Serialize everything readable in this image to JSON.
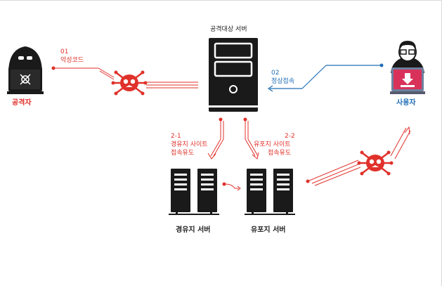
{
  "colors": {
    "attack": "#e0312a",
    "normal": "#1f6db5",
    "server": "#1a1a1a"
  },
  "nodes": {
    "attacker": {
      "label": "공격자",
      "icon": "hacker-icon"
    },
    "user": {
      "label": "사용자",
      "icon": "user-icon"
    },
    "target_server": {
      "label": "공격대상 서버",
      "icon": "server-tower-icon"
    },
    "stopover_server": {
      "label": "경유지 서버",
      "icon": "server-rack-icon"
    },
    "distribution_server": {
      "label": "유포지 서버",
      "icon": "server-rack-icon"
    }
  },
  "steps": {
    "s01": {
      "num": "01",
      "text": "악성코드"
    },
    "s02": {
      "num": "02",
      "text": "정상접속"
    },
    "s21": {
      "num": "2-1",
      "line1": "경유지 사이트",
      "line2": "접속유도"
    },
    "s22": {
      "num": "2-2",
      "line1": "유포지 사이트",
      "line2": "접속유도"
    }
  },
  "malware_icon": "virus-bug-icon"
}
